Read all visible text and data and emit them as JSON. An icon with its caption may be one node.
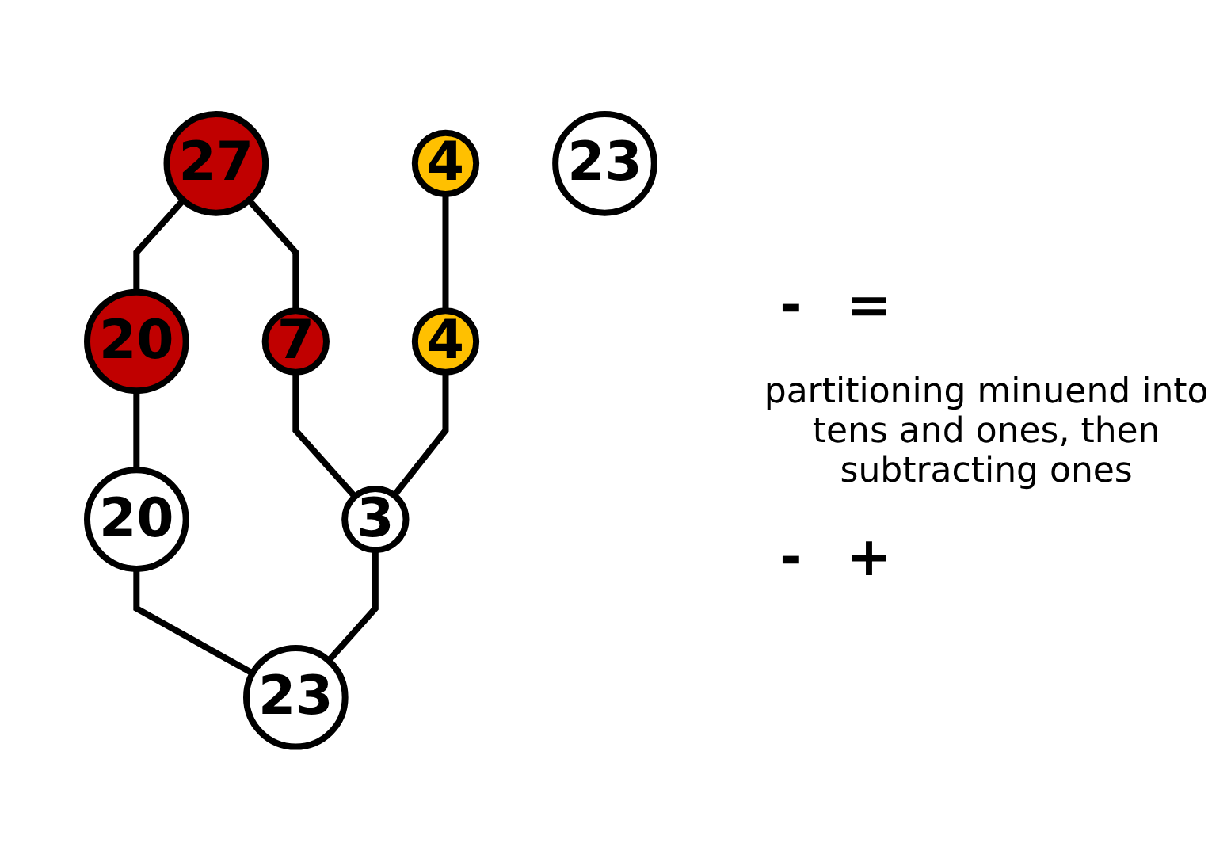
{
  "diagram": {
    "nodes": [
      {
        "text": [
          "27"
        ]
      },
      {
        "text": [
          "4"
        ]
      },
      {
        "text": [
          "23"
        ]
      },
      {
        "text": [
          "20"
        ]
      },
      {
        "text": [
          "7"
        ]
      },
      {
        "text": [
          "4"
        ]
      },
      {
        "text": [
          "20"
        ]
      },
      {
        "text": [
          "3"
        ]
      },
      {
        "text": [
          "23"
        ]
      }
    ],
    "edges": [
      {
        "from": 0,
        "to": 3,
        "arrow": "none"
      },
      {
        "from": 0,
        "to": 4,
        "arrow": "none"
      },
      {
        "from": 1,
        "to": 5,
        "arrow": "none"
      },
      {
        "from": 3,
        "to": 6,
        "arrow": "none"
      },
      {
        "from": 4,
        "to": 7,
        "arrow": "none"
      },
      {
        "from": 5,
        "to": 7,
        "arrow": "none"
      },
      {
        "from": 6,
        "to": 8,
        "arrow": "none"
      },
      {
        "from": 7,
        "to": 8,
        "arrow": "none"
      }
    ],
    "labels": [
      "-",
      "=",
      "partitioning minuend into tens and ones, then subtracting ones",
      "-",
      "+"
    ]
  }
}
